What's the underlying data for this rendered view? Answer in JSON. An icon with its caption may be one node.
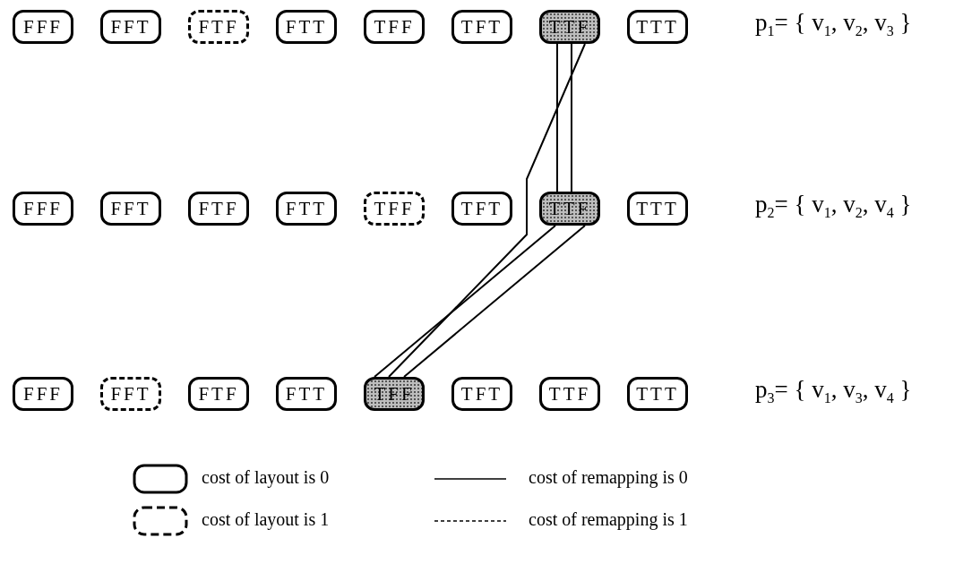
{
  "diagram": {
    "nodes": [
      {
        "text": [
          "FFF"
        ]
      },
      {
        "text": [
          "FFT"
        ]
      },
      {
        "text": [
          "FTF"
        ]
      },
      {
        "text": [
          "FTT"
        ]
      },
      {
        "text": [
          "TFF"
        ]
      },
      {
        "text": [
          "TFT"
        ]
      },
      {
        "text": [
          "TTF"
        ]
      },
      {
        "text": [
          "TTT"
        ]
      },
      {
        "text": [
          "FFF"
        ]
      },
      {
        "text": [
          "FFT"
        ]
      },
      {
        "text": [
          "FTF"
        ]
      },
      {
        "text": [
          "FTT"
        ]
      },
      {
        "text": [
          "TFF"
        ]
      },
      {
        "text": [
          "TFT"
        ]
      },
      {
        "text": [
          "TTF"
        ]
      },
      {
        "text": [
          "TTT"
        ]
      },
      {
        "text": [
          "FFF"
        ]
      },
      {
        "text": [
          "FFT"
        ]
      },
      {
        "text": [
          "FTF"
        ]
      },
      {
        "text": [
          "FTT"
        ]
      },
      {
        "text": [
          "TFF"
        ]
      },
      {
        "text": [
          "TFT"
        ]
      },
      {
        "text": [
          "TTF"
        ]
      },
      {
        "text": [
          "TTT"
        ]
      }
    ],
    "edges": [
      {
        "from": 6,
        "to": 14,
        "arrow": "none"
      },
      {
        "from": 6,
        "to": 14,
        "arrow": "none"
      },
      {
        "from": 6,
        "to": 20,
        "arrow": "none"
      },
      {
        "from": 14,
        "to": 20,
        "arrow": "none"
      },
      {
        "from": 14,
        "to": 20,
        "arrow": "none"
      }
    ],
    "labels": [
      "p$_{1}$= { v$_{1}$, v$_{2}$, v$_{3}$ }",
      "p$_{2}$= { v$_{1}$, v$_{2}$, v$_{4}$ }",
      "p$_{3}$= { v$_{1}$, v$_{3}$, v$_{4}$ }"
    ],
    "legend": [
      {
        "text": "cost of layout is 0"
      },
      {
        "text": "cost of remapping is 0"
      },
      {
        "text": "cost of layout is 1"
      },
      {
        "text": "cost of remapping is 1"
      }
    ]
  }
}
